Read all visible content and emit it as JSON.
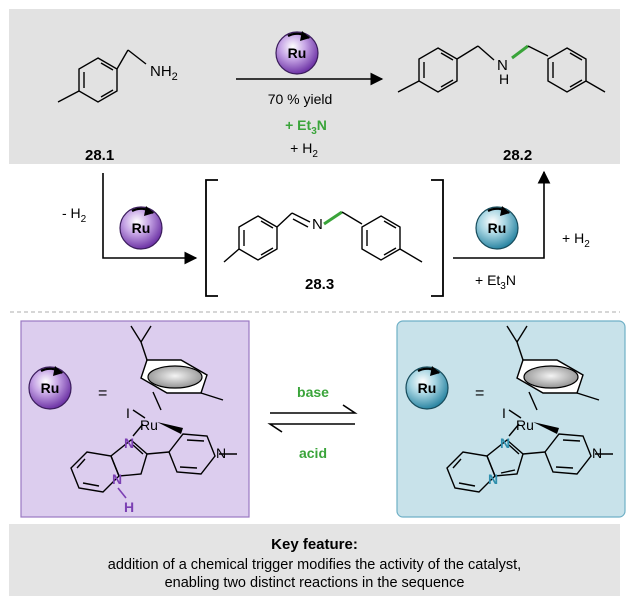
{
  "colors": {
    "top_panel": "#e2e2e2",
    "purple": "#7b3fb3",
    "purple_fill": "#dccdee",
    "teal": "#2f8fad",
    "teal_fill": "#c8e2ea",
    "green": "#3aa43a",
    "bottom_panel": "#e4e4e4"
  },
  "top_reaction": {
    "reactant_label": "28.1",
    "reactant_group": "NH",
    "reactant_sub": "2",
    "catalyst": "Ru",
    "yield_text": "70 % yield",
    "additive_prefix": "+ Et",
    "additive_sub": "3",
    "additive_suffix": "N",
    "byproduct_prefix": "+ H",
    "byproduct_sub": "2",
    "product_label": "28.2",
    "product_atom": "H",
    "product_atom2": "N"
  },
  "middle_sequence": {
    "left_loss_prefix": "- H",
    "left_loss_sub": "2",
    "left_catalyst": "Ru",
    "intermediate_label": "28.3",
    "intermediate_atom": "N",
    "right_catalyst": "Ru",
    "right_additive_prefix": "+ Et",
    "right_additive_sub": "3",
    "right_additive_suffix": "N",
    "right_gain_prefix": "+ H",
    "right_gain_sub": "2"
  },
  "equilibrium": {
    "forward": "base",
    "backward": "acid"
  },
  "left_complex": {
    "catalyst": "Ru",
    "equals": "=",
    "metal": "Ru",
    "iodide": "I",
    "n_top": "N",
    "n_bottom": "N",
    "h_bottom": "H",
    "n_pyridine": "N"
  },
  "right_complex": {
    "catalyst": "Ru",
    "equals": "=",
    "metal": "Ru",
    "iodide": "I",
    "n_top": "N",
    "n_bottom": "N",
    "n_pyridine": "N"
  },
  "key_feature": {
    "title": "Key feature:",
    "line1": "addition of a chemical trigger modifies the activity of the catalyst,",
    "line2": "enabling two distinct reactions in the sequence"
  }
}
